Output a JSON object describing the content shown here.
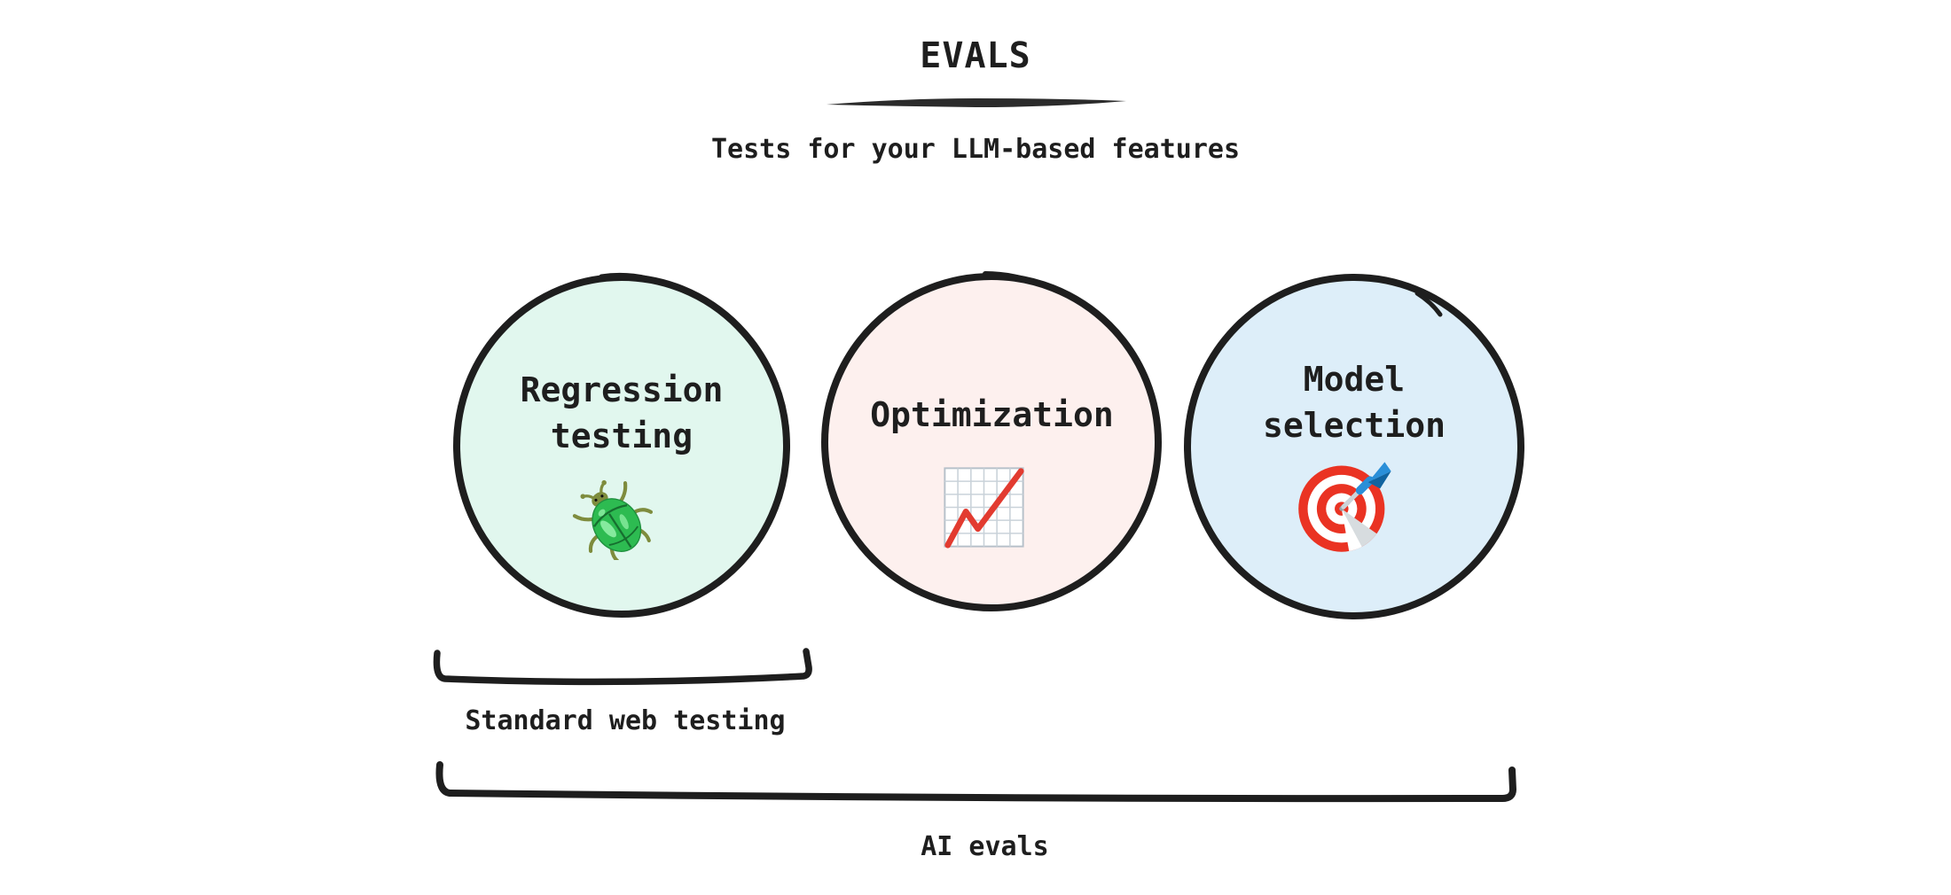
{
  "diagram": {
    "title": "EVALS",
    "subtitle": "Tests for your LLM-based features",
    "ink_color": "#1e1e1e",
    "background_color": "#ffffff",
    "circles": [
      {
        "label": "Regression\ntesting",
        "icon": "beetle-icon",
        "fill": "#e1f7ee"
      },
      {
        "label": "Optimization",
        "icon": "chart-increasing-icon",
        "fill": "#fdf0ee"
      },
      {
        "label": "Model\nselection",
        "icon": "target-dart-icon",
        "fill": "#ddeef9"
      }
    ],
    "brackets": [
      {
        "label": "Standard web testing",
        "covers": "Regression testing"
      },
      {
        "label": "AI evals",
        "covers": "Regression testing, Optimization, Model selection"
      }
    ]
  }
}
